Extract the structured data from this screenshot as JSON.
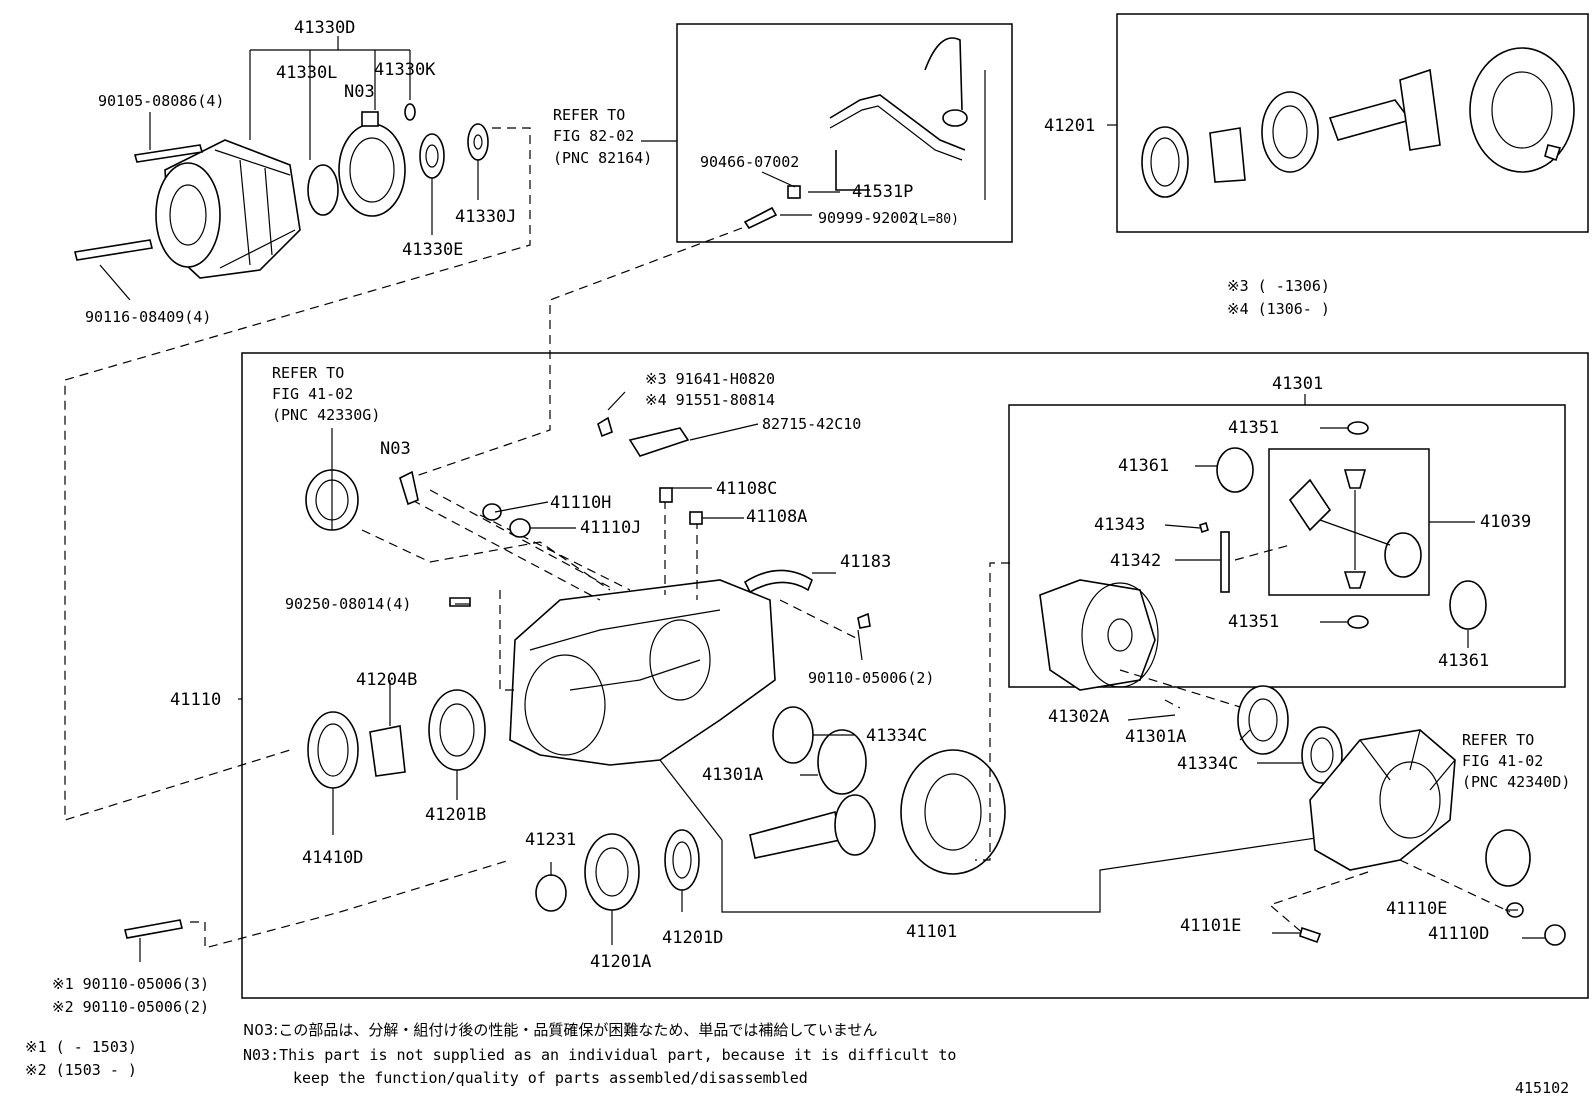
{
  "labels": {
    "p41330D": "41330D",
    "p41330L": "41330L",
    "p41330K": "41330K",
    "pN03a": "N03",
    "p90105": "90105-08086(4)",
    "p41330J": "41330J",
    "p41330E": "41330E",
    "p90116": "90116-08409(4)",
    "refer1_l1": "REFER TO",
    "refer1_l2": "FIG 82-02",
    "refer1_l3": "(PNC 82164)",
    "p90466": "90466-07002",
    "p41531P": "41531P",
    "p90999": "90999-92002",
    "p90999_len": "(L=80)",
    "p41201": "41201",
    "range3": "※3 (    -1306)",
    "range4": "※4 (1306-    )",
    "refer2_l1": "REFER TO",
    "refer2_l2": "FIG 41-02",
    "refer2_l3": "(PNC 42330G)",
    "p91641": "※3 91641-H0820",
    "p91551": "※4 91551-80814",
    "p82715": "82715-42C10",
    "pN03b": "N03",
    "p41110H": "41110H",
    "p41110J": "41110J",
    "p41108C": "41108C",
    "p41108A": "41108A",
    "p41183": "41183",
    "p90250": "90250-08014(4)",
    "p90110a": "90110-05006(2)",
    "p41110": "41110",
    "p41204B": "41204B",
    "p41201B": "41201B",
    "p41410D": "41410D",
    "p41334Ca": "41334C",
    "p41301Aa": "41301A",
    "p41231": "41231",
    "p41201A": "41201A",
    "p41201D": "41201D",
    "p41101": "41101",
    "p41301": "41301",
    "p41351a": "41351",
    "p41361a": "41361",
    "p41343": "41343",
    "p41342": "41342",
    "p41039": "41039",
    "p41351b": "41351",
    "p41361b": "41361",
    "p41302A": "41302A",
    "p41301Ab": "41301A",
    "p41334Cb": "41334C",
    "refer3_l1": "REFER TO",
    "refer3_l2": "FIG 41-02",
    "refer3_l3": "(PNC 42340D)",
    "p41101E": "41101E",
    "p41110E": "41110E",
    "p41110D": "41110D",
    "p90110b": "※1 90110-05006(3)",
    "p90110c": "※2 90110-05006(2)"
  },
  "footnotes": {
    "range1": "※1 (       - 1503)",
    "range2": "※2 (1503 -       )",
    "n03_jp": "N03:この部品は、分解・組付け後の性能・品質確保が困難なため、単品では補給していません",
    "n03_en1": "N03:This part is not supplied as an individual part, because it is difficult to",
    "n03_en2": "keep the function/quality of parts assembled/disassembled",
    "figure_no": "415102"
  }
}
